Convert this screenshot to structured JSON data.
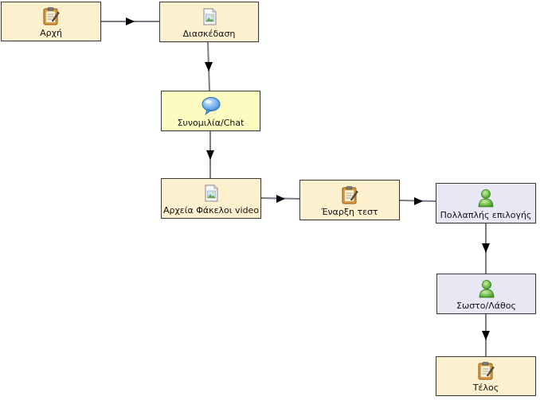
{
  "colors": {
    "activity_fill": "#fdf0cf",
    "chat_fill": "#fdfcc0",
    "question_fill": "#e8e8f5",
    "border": "#3a3a3a",
    "connector": "#7a7a8a",
    "arrowhead": "#000000"
  },
  "nodes": [
    {
      "id": "start",
      "label": "Αρχή",
      "icon": "notepad-icon",
      "kind": "activity"
    },
    {
      "id": "fun",
      "label": "Διασκέδαση",
      "icon": "image-file-icon",
      "kind": "activity"
    },
    {
      "id": "chat",
      "label": "Συνομιλία/Chat",
      "icon": "speech-bubble-icon",
      "kind": "chat"
    },
    {
      "id": "videos",
      "label": "Αρχεία Φάκελοι video",
      "icon": "image-file-icon",
      "kind": "activity"
    },
    {
      "id": "test",
      "label": "Έναρξη τεστ",
      "icon": "notepad-icon",
      "kind": "activity"
    },
    {
      "id": "multi",
      "label": "Πολλαπλής επιλογής",
      "icon": "user-icon",
      "kind": "question"
    },
    {
      "id": "truefalse",
      "label": "Σωστο/Λάθος",
      "icon": "user-icon",
      "kind": "question"
    },
    {
      "id": "end",
      "label": "Τέλος",
      "icon": "notepad-icon",
      "kind": "activity"
    }
  ],
  "edges": [
    {
      "from": "start",
      "to": "fun"
    },
    {
      "from": "fun",
      "to": "chat"
    },
    {
      "from": "chat",
      "to": "videos"
    },
    {
      "from": "videos",
      "to": "test"
    },
    {
      "from": "test",
      "to": "multi"
    },
    {
      "from": "multi",
      "to": "truefalse"
    },
    {
      "from": "truefalse",
      "to": "end"
    }
  ]
}
